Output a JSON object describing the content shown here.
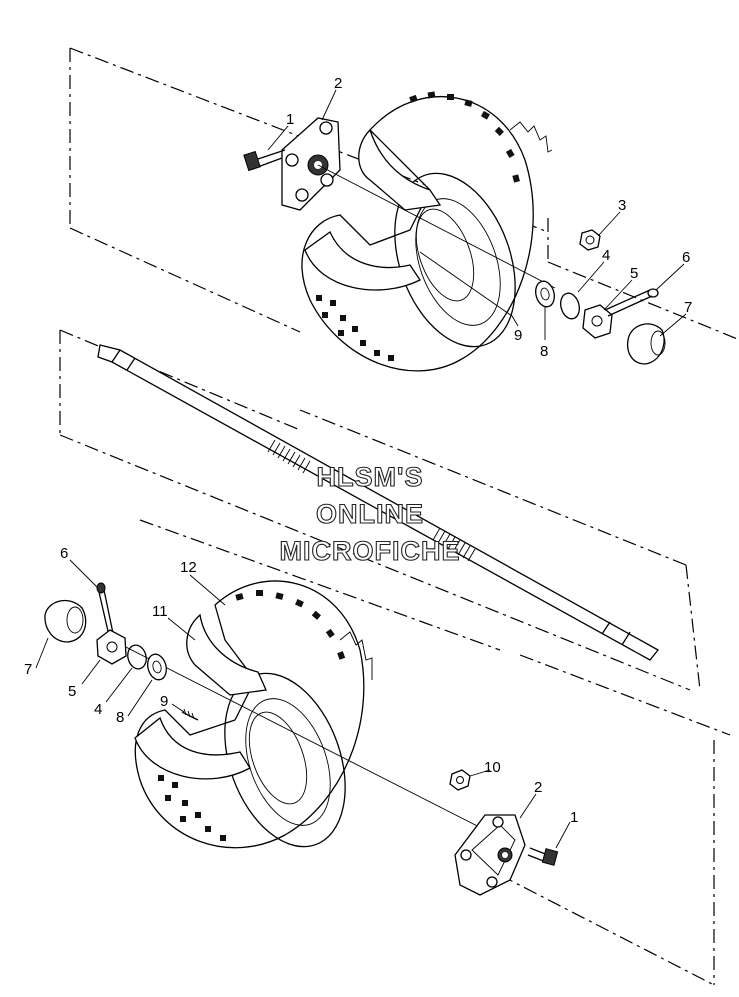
{
  "callouts": {
    "top": [
      "1",
      "2",
      "3",
      "4",
      "5",
      "6",
      "7",
      "8",
      "9"
    ],
    "bottom": [
      "6",
      "12",
      "11",
      "7",
      "5",
      "4",
      "8",
      "9",
      "10",
      "2",
      "1"
    ]
  },
  "watermark": {
    "line1": "HLSM'S",
    "line2": "ONLINE",
    "line3": "MICROFICHE"
  }
}
